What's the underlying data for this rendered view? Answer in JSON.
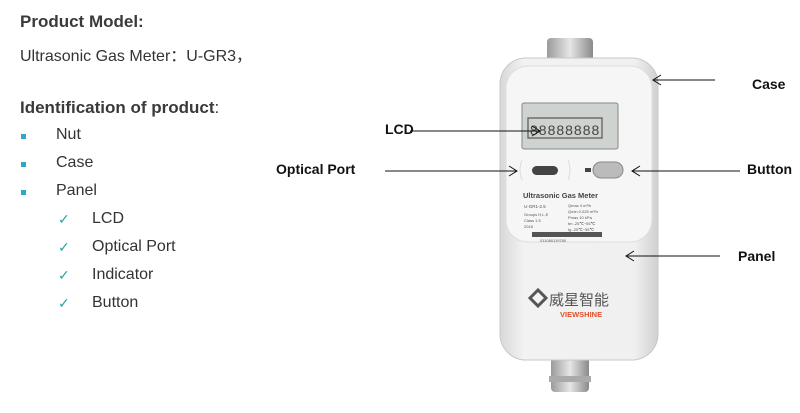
{
  "product_model": {
    "heading": "Product Model:",
    "value": "Ultrasonic Gas Meter：U-GR3，"
  },
  "identification": {
    "heading": "Identification of product",
    "colon": ":",
    "items": [
      "Nut",
      "Case",
      "Panel"
    ],
    "sub_items": [
      "LCD",
      "Optical Port",
      "Indicator",
      "Button"
    ]
  },
  "callouts": {
    "case": "Case",
    "lcd": "LCD",
    "optical_port": "Optical Port",
    "button": "Button",
    "panel": "Panel"
  },
  "meter": {
    "name": "Ultrasonic Gas Meter",
    "model": "U-GR1-2.5",
    "groups": "Groups H,L,E",
    "class": "Class 1.5",
    "year": "2018",
    "qmax": "Qmax  4  m³/h",
    "qmin": "Qmin 0.025 m³/h",
    "pmax": "Pmax  10  kPa",
    "tm": "tm  -25℃~55℃",
    "tg": "tg  -25℃~55℃",
    "serial": "011080119780",
    "brand_cn": "威星智能",
    "brand_en": "VIEWSHINE"
  },
  "colors": {
    "bullet": "#2aa7c9",
    "check": "#2aa7a0",
    "brand": "#e0502a"
  }
}
